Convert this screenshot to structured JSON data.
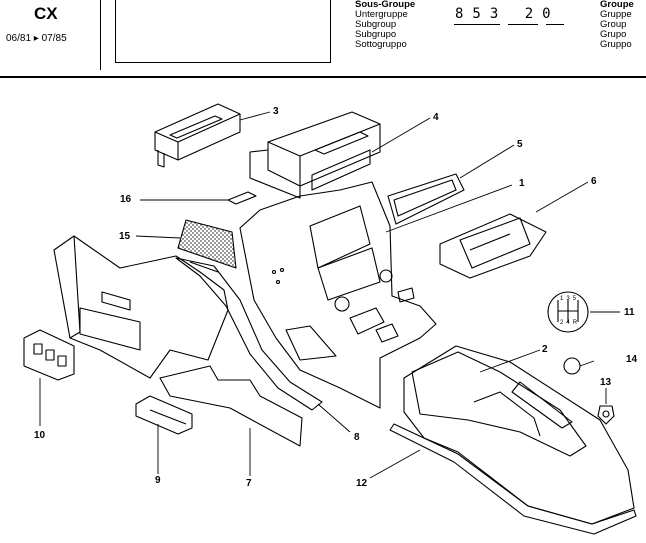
{
  "header": {
    "model": "CX",
    "date_range": "06/81 ▸ 07/85",
    "subgroup_labels": [
      "Sous-Groupe",
      "Untergruppe",
      "Subgroup",
      "Subgrupo",
      "Sottogruppo"
    ],
    "subgroup_code": "853 20",
    "group_labels": [
      "Groupe",
      "Gruppe",
      "Group",
      "Grupo",
      "Gruppo"
    ]
  },
  "callouts": [
    "1",
    "2",
    "3",
    "4",
    "5",
    "6",
    "7",
    "8",
    "9",
    "10",
    "11",
    "12",
    "13",
    "14",
    "15",
    "16"
  ],
  "gear_pattern": {
    "top": [
      "1",
      "3",
      "5"
    ],
    "bottom": [
      "2",
      "4",
      "R"
    ]
  }
}
